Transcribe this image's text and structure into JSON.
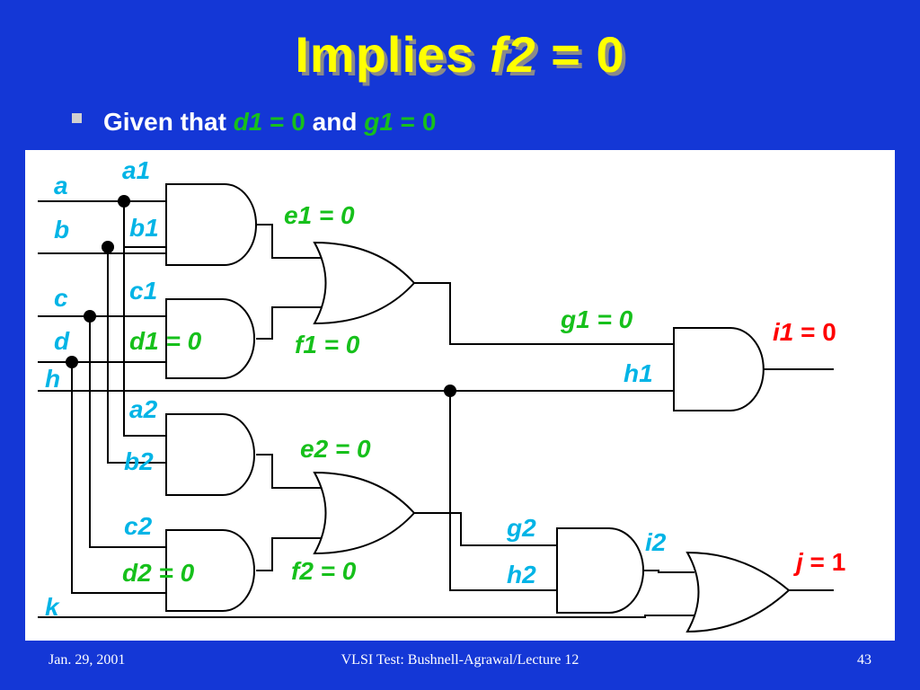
{
  "slide": {
    "title": {
      "prefix": "Implies ",
      "var": "f2",
      "suffix": " = 0"
    },
    "bullet": {
      "lead": "Given that ",
      "d1": "d1",
      "d1_val": " = 0",
      "and": " and ",
      "g1": "g1",
      "g1_val": " = 0"
    }
  },
  "labels": {
    "a": "a",
    "b": "b",
    "c": "c",
    "d": "d",
    "h": "h",
    "k": "k",
    "a1": "a1",
    "b1": "b1",
    "c1": "c1",
    "d1": "d1 = 0",
    "e1": "e1 = 0",
    "f1": "f1 = 0",
    "g1": "g1 = 0",
    "h1": "h1",
    "a2": "a2",
    "b2": "b2",
    "c2": "c2",
    "d2": "d2 = 0",
    "e2": "e2 = 0",
    "f2": "f2 = 0",
    "g2": "g2",
    "h2": "h2",
    "i2": "i2",
    "i1_var": "i1",
    "i1_val": " = 0",
    "j_var": "j",
    "j_val": " = 1"
  },
  "colors": {
    "background": "#1437d6",
    "title": "#ffff00",
    "label": "#00b4e6",
    "green": "#16c01b",
    "red": "#ff0000"
  },
  "footer": {
    "date": "Jan. 29, 2001",
    "course": "VLSI Test: Bushnell-Agrawal/Lecture 12",
    "page": "43"
  }
}
